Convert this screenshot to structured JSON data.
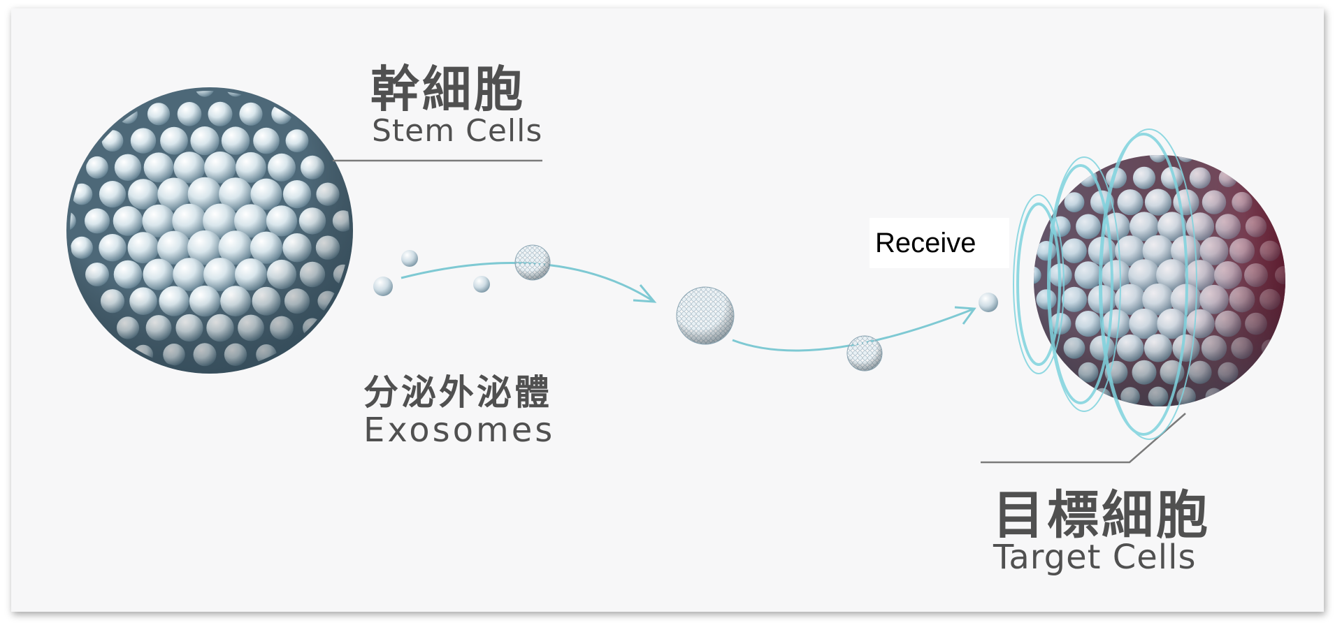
{
  "stem_cells": {
    "label_zh": "幹細胞",
    "label_en": "Stem Cells"
  },
  "exosomes": {
    "label_zh": "分泌外泌體",
    "label_en": "Exosomes"
  },
  "target_cells": {
    "label_zh": "目標細胞",
    "label_en": "Target Cells"
  },
  "receive_label": "Receive",
  "colors": {
    "background": "#f7f7f8",
    "stem_cell": "#c9dae3",
    "stem_cell_shadow": "#3f5a6a",
    "target_cell_red": "#8a2436",
    "path_line": "#7ec9d3",
    "text": "#505050"
  }
}
